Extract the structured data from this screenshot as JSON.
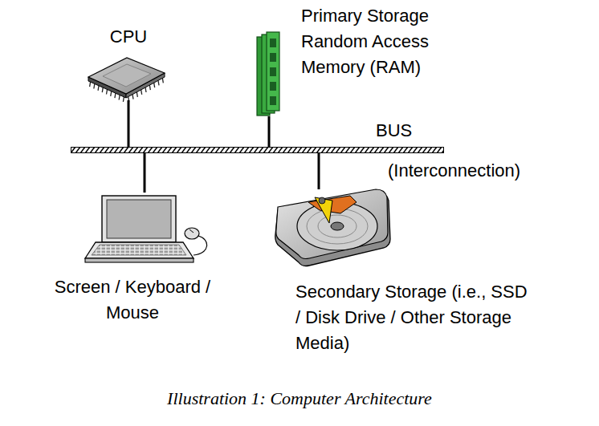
{
  "diagram": {
    "caption": "Illustration 1: Computer Architecture",
    "nodes": [
      {
        "text": [
          "CPU"
        ]
      },
      {
        "text": [
          "Primary Storage Random Access Memory (RAM)"
        ]
      },
      {
        "text": [
          "BUS",
          "(Interconnection)"
        ]
      },
      {
        "text": [
          "Screen / Keyboard / Mouse"
        ]
      },
      {
        "text": [
          "Secondary Storage (i.e., SSD / Disk Drive / Other Storage Media)"
        ]
      }
    ],
    "edges": [
      {
        "from": 0,
        "to": 2,
        "arrow": "none"
      },
      {
        "from": 1,
        "to": 2,
        "arrow": "none"
      },
      {
        "from": 2,
        "to": 3,
        "arrow": "none"
      },
      {
        "from": 2,
        "to": 4,
        "arrow": "none"
      }
    ]
  }
}
